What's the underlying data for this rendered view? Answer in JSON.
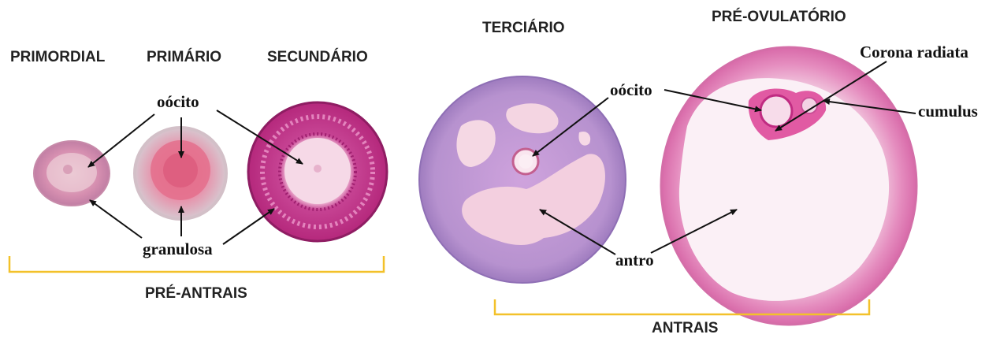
{
  "stages": {
    "primordial": "PRIMORDIAL",
    "primario": "PRIMÁRIO",
    "secundario": "SECUNDÁRIO",
    "terciario": "TERCIÁRIO",
    "pre_ovulatorio": "PRÉ-OVULATÓRIO"
  },
  "labels": {
    "oocito_left": "oócito",
    "granulosa": "granulosa",
    "oocito_right": "oócito",
    "antro": "antro",
    "corona_radiata": "Corona radiata",
    "cumulus": "cumulus"
  },
  "groups": {
    "pre_antrais": "PRÉ-ANTRAIS",
    "antrais": "ANTRAIS"
  },
  "colors": {
    "bracket": "#f3c12a",
    "tissue_pink": "#e9a3c9",
    "tissue_purple": "#b98fcf",
    "granulosa_dark": "#b0247a"
  }
}
